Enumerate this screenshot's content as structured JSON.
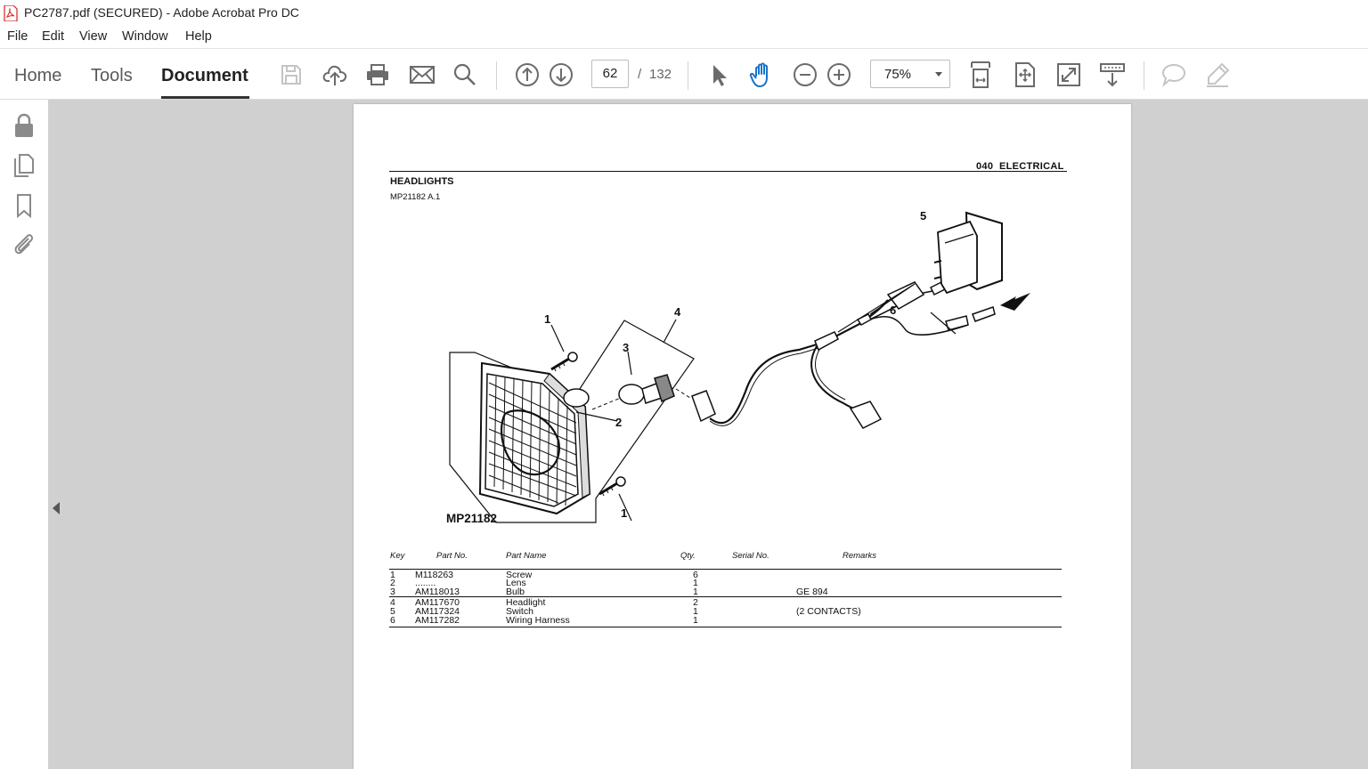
{
  "window": {
    "title": "PC2787.pdf (SECURED) - Adobe Acrobat Pro DC"
  },
  "menu": [
    "File",
    "Edit",
    "View",
    "Window",
    "Help"
  ],
  "tabs": [
    "Home",
    "Tools",
    "Document"
  ],
  "active_tab": "Document",
  "toolbar": {
    "icons": [
      "save-icon",
      "upload-cloud-icon",
      "print-icon",
      "email-icon",
      "search-icon",
      "previous-page-icon",
      "next-page-icon",
      "select-cursor-icon",
      "hand-tool-icon",
      "zoom-out-icon",
      "zoom-in-icon",
      "fit-page-icon",
      "fit-width-icon",
      "full-screen-icon",
      "scroll-mode-icon",
      "comment-icon",
      "highlight-pen-icon"
    ],
    "page_current": "62",
    "page_separator": "/",
    "page_total": "132",
    "zoom": "75%"
  },
  "left_panel": {
    "icons": [
      "lock-icon",
      "pages-icon",
      "bookmark-icon",
      "attachment-icon"
    ]
  },
  "document": {
    "section": "040  ELECTRICAL",
    "title": "HEADLIGHTS",
    "subtitle": "MP21182 A.1",
    "figure": {
      "label": "MP21182",
      "callouts": [
        "1",
        "2",
        "3",
        "4",
        "5",
        "6",
        "1"
      ]
    },
    "table": {
      "headers": [
        "Key",
        "Part No.",
        "Part Name",
        "Qty.",
        "Serial No.",
        "Remarks"
      ],
      "rows": [
        {
          "key": "1",
          "part_no": "M118263",
          "name": "Screw",
          "qty": "6",
          "remarks": ""
        },
        {
          "key": "2",
          "part_no": "........",
          "name": "Lens",
          "qty": "1",
          "remarks": ""
        },
        {
          "key": "3",
          "part_no": "AM118013",
          "name": "Bulb",
          "qty": "1",
          "remarks": "GE 894"
        },
        {
          "key": "4",
          "part_no": "AM117670",
          "name": "Headlight",
          "qty": "2",
          "remarks": ""
        },
        {
          "key": "5",
          "part_no": "AM117324",
          "name": "Switch",
          "qty": "1",
          "remarks": "(2 CONTACTS)"
        },
        {
          "key": "6",
          "part_no": "AM117282",
          "name": "Wiring Harness",
          "qty": "1",
          "remarks": ""
        }
      ]
    }
  },
  "colors": {
    "pdf_red": "#d1261e",
    "doc_background": "#d0d0d0",
    "icon_gray": "#6b6b6b",
    "icon_disabled": "#c4c4c4"
  }
}
